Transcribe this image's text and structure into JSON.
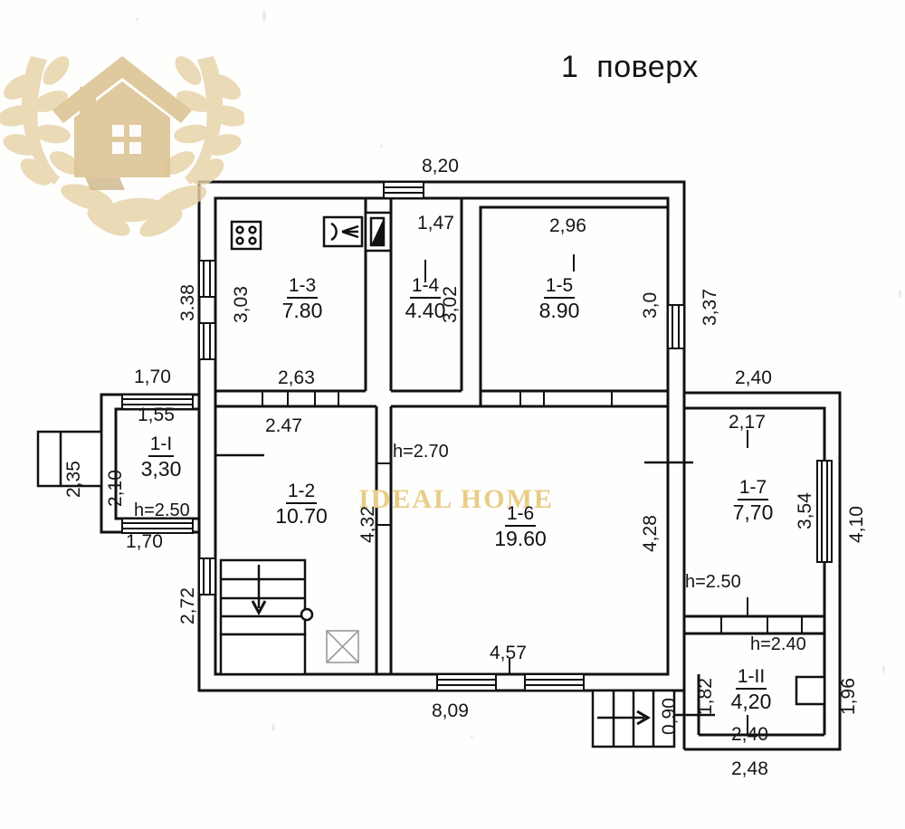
{
  "title": "1  поверх",
  "watermark": {
    "text": "IDEAL HOME",
    "color": "#e9cd86",
    "emblem": "laurel-wreath-house-icon"
  },
  "rooms": [
    {
      "id": "1-3",
      "number": "1-3",
      "area": "7.80",
      "height": null
    },
    {
      "id": "1-4",
      "number": "1-4",
      "area": "4.40",
      "height": null
    },
    {
      "id": "1-5",
      "number": "1-5",
      "area": "8.90",
      "height": null
    },
    {
      "id": "1-2",
      "number": "1-2",
      "area": "10.70",
      "height": "h=2.70"
    },
    {
      "id": "1-6",
      "number": "1-6",
      "area": "19.60",
      "height": null
    },
    {
      "id": "1-7",
      "number": "1-7",
      "area": "7,70",
      "height": "h=2.50"
    },
    {
      "id": "1-I",
      "number": "1-I",
      "area": "3,30",
      "height": "h=2.50"
    },
    {
      "id": "1-II",
      "number": "1-II",
      "area": "4,20",
      "height": "h=2.40"
    }
  ],
  "height_marks": {
    "h_270": "h=2.70",
    "h_250_left": "h=2.50",
    "h_250_right": "h=2.50",
    "h_240": "h=2.40"
  },
  "dimensions": {
    "top_overall": "8,20",
    "top_room14": "1,47",
    "top_room15": "2,96",
    "left_outer_338": "3.38",
    "left_room13": "3,03",
    "room14_depth": "3,02",
    "room15_depth": "3,0",
    "right_outer_337": "3,37",
    "left_porch_170_top": "1,70",
    "left_porch_155": "1,55",
    "left_porch_235": "2,35",
    "left_porch_210": "2,10",
    "left_porch_170_bottom": "1,70",
    "room13_bottom_263": "2,63",
    "room12_top_247": "2.47",
    "room12_depth_432": "4,32",
    "left_lower_272": "2,72",
    "room16_bottom_457": "4,57",
    "room16_right_428": "4,28",
    "bottom_overall_809": "8,09",
    "entry_step_090": "0,90",
    "right_wing_top_240": "2,40",
    "room17_top_217": "2,17",
    "room17_right_354": "3,54",
    "right_outer_410": "4,10",
    "room2_left_182": "1,82",
    "room2_bottom_240": "2,40",
    "right_outer_196": "1,96",
    "bottom_right_248": "2,48"
  },
  "symbols": {
    "stove": "cooktop-four-burner-icon",
    "boiler": "wall-boiler-icon",
    "flue": "chimney-flue-icon",
    "stairs_down": "stairs-down-arrow-icon",
    "column": "round-column-icon",
    "hatch": "floor-hatch-x-icon",
    "entry_arrow": "entry-steps-arrow-icon"
  }
}
